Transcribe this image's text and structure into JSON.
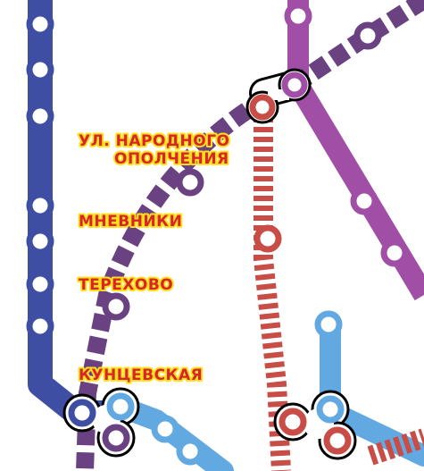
{
  "colors": {
    "background": "#ffffff",
    "blue_line": "#3e4fa3",
    "purple_line": "#a04ea6",
    "dark_purple_line": "#6a4282",
    "red_line": "#c84d46",
    "light_blue_line": "#62a9e2",
    "label_text": "#d7262b",
    "label_outline": "#ffe01a",
    "interchange_outline": "#000000"
  },
  "stations": {
    "narodnogo_opolcheniya_line1": "УЛ. НАРОДНОГО",
    "narodnogo_opolcheniya_line2": "ОПОЛЧЕНИЯ",
    "mnevniki": "МНЕВНИКИ",
    "terekhovo": "ТЕРЕХОВО",
    "kuntsevskaya": "КУНЦЕВСКАЯ"
  }
}
